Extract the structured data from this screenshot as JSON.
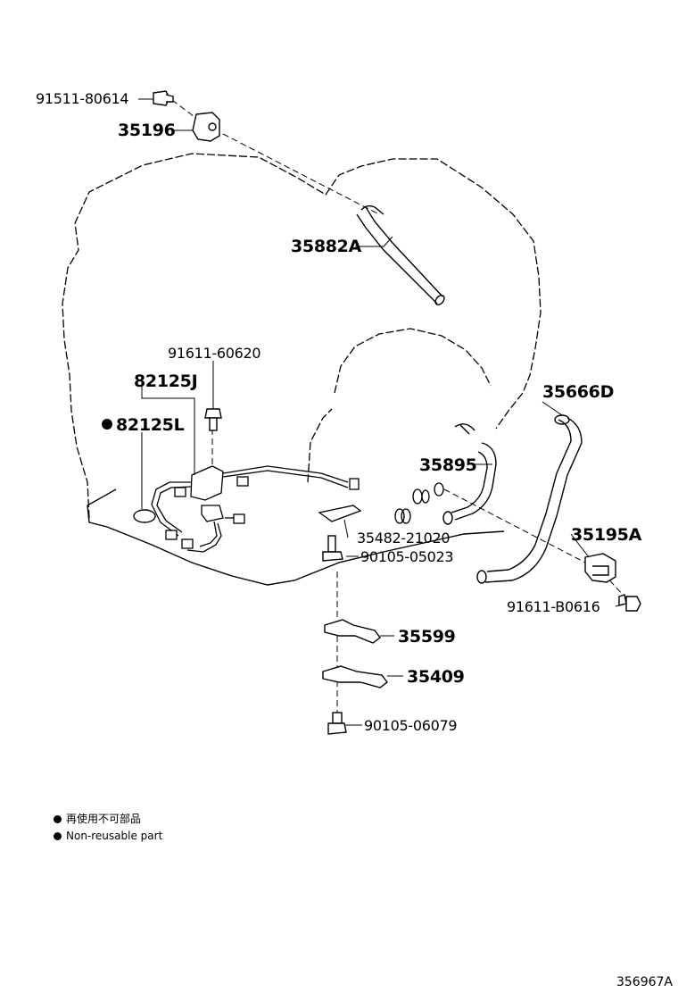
{
  "parts": {
    "p91511_80614": "91511-80614",
    "p35196": "35196",
    "p35882A": "35882A",
    "p91611_60620": "91611-60620",
    "p82125J": "82125J",
    "p82125L": "82125L",
    "p35666D": "35666D",
    "p35895": "35895",
    "p35482_21020": "35482-21020",
    "p90105_05023": "90105-05023",
    "p35195A": "35195A",
    "p91611_B0616": "91611-B0616",
    "p35599": "35599",
    "p35409": "35409",
    "p90105_06079": "90105-06079"
  },
  "legend": {
    "line1": "再使用不可部品",
    "line2": "Non-reusable part"
  },
  "reference_code": "356967A",
  "colors": {
    "ink": "#000000",
    "paper": "#ffffff"
  }
}
